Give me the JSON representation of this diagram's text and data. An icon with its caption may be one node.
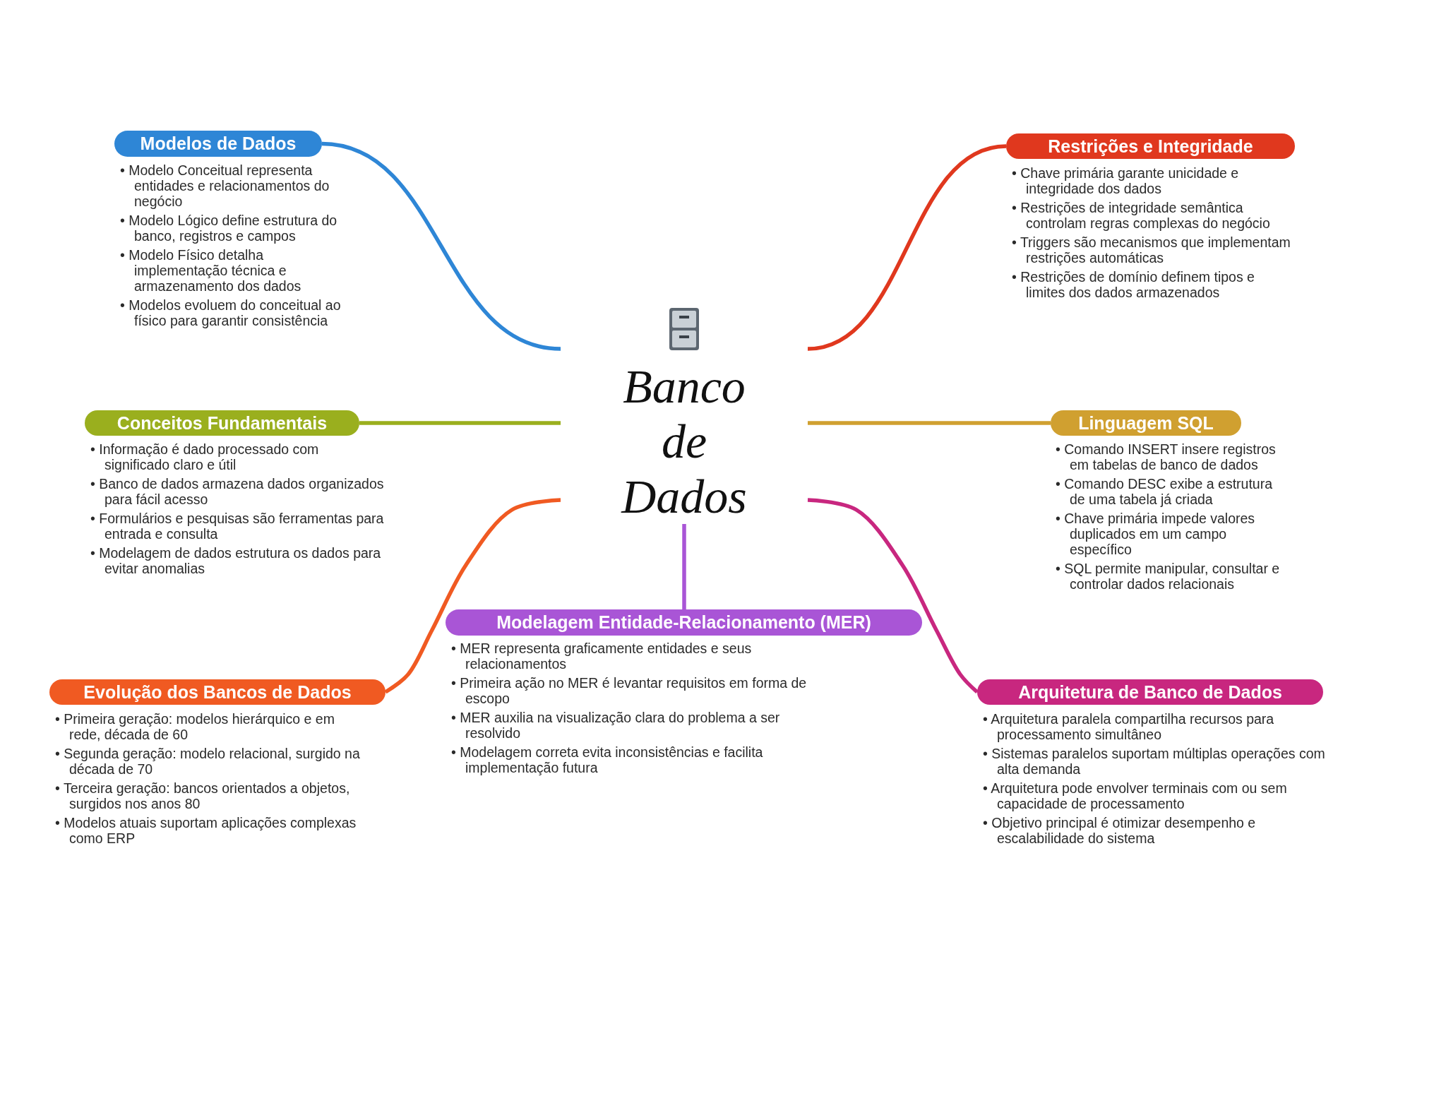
{
  "diagram": {
    "nodes": [
      {
        "text": [
          "Banco de Dados"
        ]
      },
      {
        "text": [
          "Modelos de Dados"
        ],
        "beside": [
          "• Modelo Conceitual representa entidades e relacionamentos do negócio",
          "• Modelo Lógico define estrutura do banco, registros e campos",
          "• Modelo Físico detalha implementação técnica e armazenamento dos dados",
          "• Modelos evoluem do conceitual ao físico para garantir consistência"
        ]
      },
      {
        "text": [
          "Restrições e Integridade"
        ],
        "beside": [
          "• Chave primária garante unicidade e integridade dos dados",
          "• Restrições de integridade semântica controlam regras complexas do negócio",
          "• Triggers são mecanismos que implementam restrições automáticas",
          "• Restrições de domínio definem tipos e limites dos dados armazenados"
        ]
      },
      {
        "text": [
          "Conceitos Fundamentais"
        ],
        "beside": [
          "• Informação é dado processado com significado claro e útil",
          "• Banco de dados armazena dados organizados para fácil acesso",
          "• Formulários e pesquisas são ferramentas para entrada e consulta",
          "• Modelagem de dados estrutura os dados para evitar anomalias"
        ]
      },
      {
        "text": [
          "Linguagem SQL"
        ],
        "beside": [
          "• Comando INSERT insere registros em tabelas de banco de dados",
          "• Comando DESC exibe a estrutura de uma tabela já criada",
          "• Chave primária impede valores duplicados em um campo específico",
          "• SQL permite manipular, consultar e controlar dados relacionais"
        ]
      },
      {
        "text": [
          "Modelagem Entidade-Relacionamento (MER)"
        ],
        "beside": [
          "• MER representa graficamente entidades e seus relacionamentos",
          "• Primeira ação no MER é levantar requisitos em forma de escopo",
          "• MER auxilia na visualização clara do problema a ser resolvido",
          "• Modelagem correta evita inconsistências e facilita implementação futura"
        ]
      },
      {
        "text": [
          "Evolução dos Bancos de Dados"
        ],
        "beside": [
          "• Primeira geração: modelos hierárquico e em rede, década de 60",
          "• Segunda geração: modelo relacional, surgido na década de 70",
          "• Terceira geração: bancos orientados a objetos, surgidos nos anos 80",
          "• Modelos atuais suportam aplicações complexas como ERP"
        ]
      },
      {
        "text": [
          "Arquitetura de Banco de Dados"
        ],
        "beside": [
          "• Arquitetura paralela compartilha recursos para processamento simultâneo",
          "• Sistemas paralelos suportam múltiplas operações com alta demanda",
          "• Arquitetura pode envolver terminais com ou sem capacidade de processamento",
          "• Objetivo principal é otimizar desempenho e escalabilidade do sistema"
        ]
      }
    ],
    "edges": [
      {
        "from": 0,
        "to": 1,
        "arrow": "none",
        "color": "#2e86d6"
      },
      {
        "from": 0,
        "to": 2,
        "arrow": "none",
        "color": "#e0381e"
      },
      {
        "from": 0,
        "to": 3,
        "arrow": "none",
        "color": "#9aaf1e"
      },
      {
        "from": 0,
        "to": 4,
        "arrow": "none",
        "color": "#d0a030"
      },
      {
        "from": 0,
        "to": 5,
        "arrow": "none",
        "color": "#a955d6"
      },
      {
        "from": 0,
        "to": 6,
        "arrow": "none",
        "color": "#f05a22"
      },
      {
        "from": 0,
        "to": 7,
        "arrow": "none",
        "color": "#c8277f"
      }
    ]
  }
}
